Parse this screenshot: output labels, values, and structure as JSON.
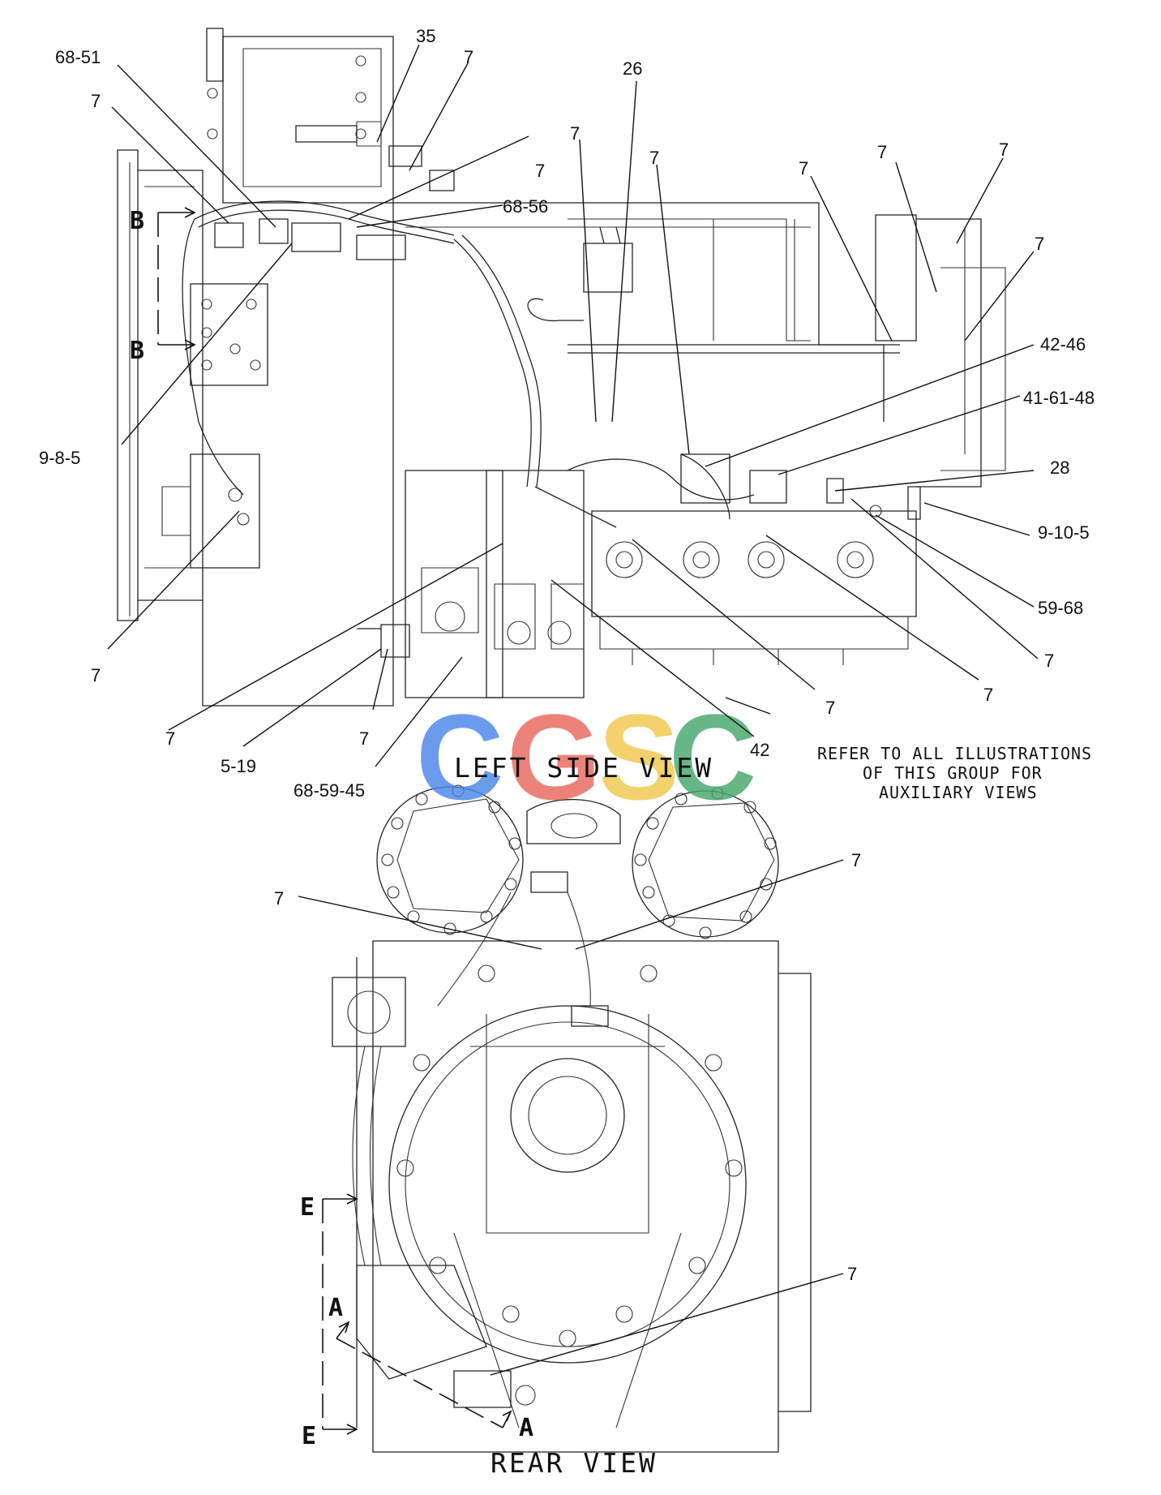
{
  "watermark": {
    "letters": [
      "C",
      "G",
      "S",
      "C"
    ],
    "colors": [
      "#4a86e8",
      "#e8685e",
      "#f1c84c",
      "#46a86c"
    ]
  },
  "views": {
    "left_side": {
      "title": "LEFT SIDE VIEW",
      "section_marks": [
        "B",
        "B"
      ],
      "callouts": [
        "68-51",
        "35",
        "7",
        "26",
        "7",
        "7",
        "7",
        "7",
        "7",
        "7",
        "7",
        "68-56",
        "7",
        "42-46",
        "41-61-48",
        "28",
        "9-10-5",
        "59-68",
        "7",
        "7",
        "7",
        "9-8-5",
        "7",
        "7",
        "5-19",
        "7",
        "68-59-45",
        "42",
        "7"
      ]
    },
    "rear": {
      "title": "REAR VIEW",
      "section_marks": [
        "E",
        "E",
        "A",
        "A"
      ],
      "callouts": [
        "7",
        "7",
        "7"
      ]
    }
  },
  "note": {
    "lines": [
      "REFER TO ALL ILLUSTRATIONS",
      "OF THIS GROUP FOR",
      "AUXILIARY VIEWS"
    ]
  }
}
